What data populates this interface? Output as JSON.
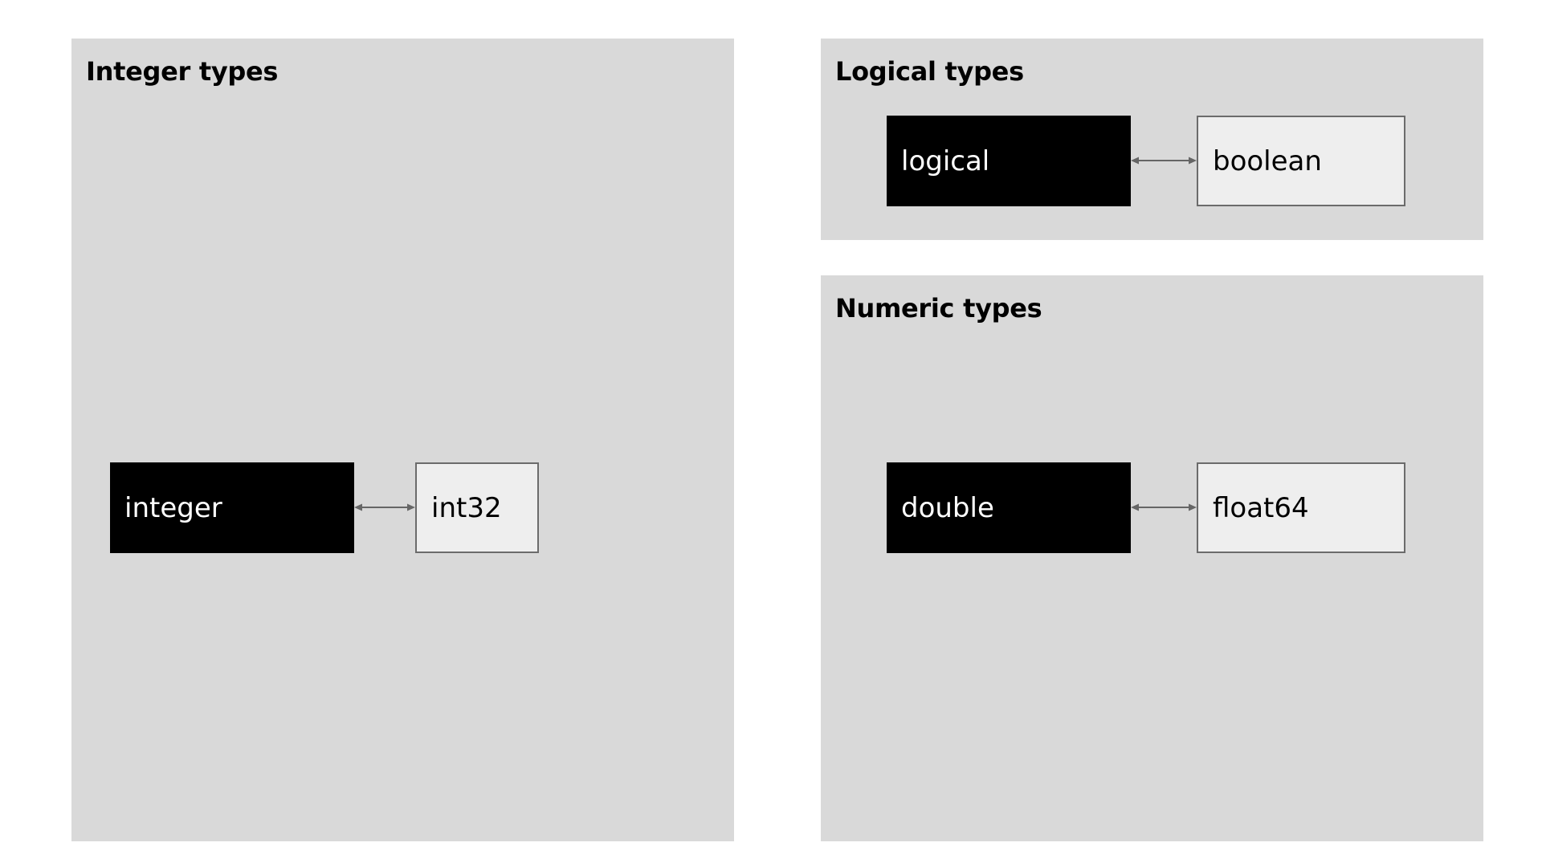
{
  "colors": {
    "page_background": "#ffffff",
    "panel_background": "#d9d9d9",
    "r_type_fill": "#000000",
    "r_type_text": "#ffffff",
    "arrow_type_fill": "#eeeeee",
    "arrow_type_border": "#6b6b6b",
    "connector": "#666666"
  },
  "panels": {
    "integer": {
      "title": "Integer types",
      "r_type": "integer",
      "arrow_type": "int32"
    },
    "logical": {
      "title": "Logical types",
      "r_type": "logical",
      "arrow_type": "boolean"
    },
    "numeric": {
      "title": "Numeric types",
      "r_type": "double",
      "arrow_type": "float64"
    }
  }
}
